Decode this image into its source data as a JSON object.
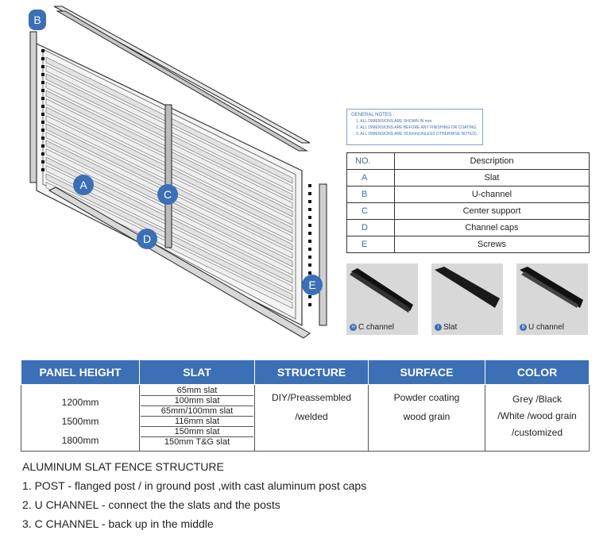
{
  "diagram": {
    "labels": [
      "A",
      "B",
      "C",
      "D",
      "E"
    ]
  },
  "general_notes": {
    "title": "GENERAL NOTES :",
    "lines": [
      "1. ALL DIMENSIONS ARE SHOWN IN mm.",
      "2. ALL DIMENSIONS ARE BEFORE ANY FINISHING OR COATING.",
      "3. ALL DIMENSIONS ARE ±0.5mm(UNLESS OTHERWISE NOTED)."
    ]
  },
  "parts_table": {
    "header": {
      "no": "NO.",
      "desc": "Description"
    },
    "rows": [
      {
        "no": "A",
        "desc": "Slat"
      },
      {
        "no": "B",
        "desc": "U-channel"
      },
      {
        "no": "C",
        "desc": "Center support"
      },
      {
        "no": "D",
        "desc": "Channel caps"
      },
      {
        "no": "E",
        "desc": "Screws"
      }
    ]
  },
  "photos": [
    {
      "letter": "H",
      "caption": "C channel"
    },
    {
      "letter": "I",
      "caption": "Slat"
    },
    {
      "letter": "B",
      "caption": "U channel"
    }
  ],
  "spec_table": {
    "headers": [
      "PANEL HEIGHT",
      "SLAT",
      "STRUCTURE",
      "SURFACE",
      "COLOR"
    ],
    "panel_heights": [
      "1200mm",
      "1500mm",
      "1800mm"
    ],
    "slats": [
      "65mm slat",
      "100mm slat",
      "65mm/100mm slat",
      "116mm slat",
      "150mm slat",
      "150mm T&G slat"
    ],
    "structure": [
      "DIY/Preassembled",
      "/welded"
    ],
    "surface": [
      "Powder coating",
      "wood grain"
    ],
    "color": [
      "Grey /Black",
      "/White /wood grain",
      "/customized"
    ]
  },
  "structure_notes": {
    "title": "ALUMINUM SLAT FENCE STRUCTURE",
    "items": [
      {
        "label": "1. POST - ",
        "text": "flanged post / in ground post ,with cast aluminum post caps"
      },
      {
        "label": "2. U CHANNEL - ",
        "text": "connect the the slats and the posts"
      },
      {
        "label": "3. C CHANNEL - ",
        "text": "back up in the middle"
      }
    ]
  },
  "colors": {
    "accent": "#3b6fb6"
  }
}
